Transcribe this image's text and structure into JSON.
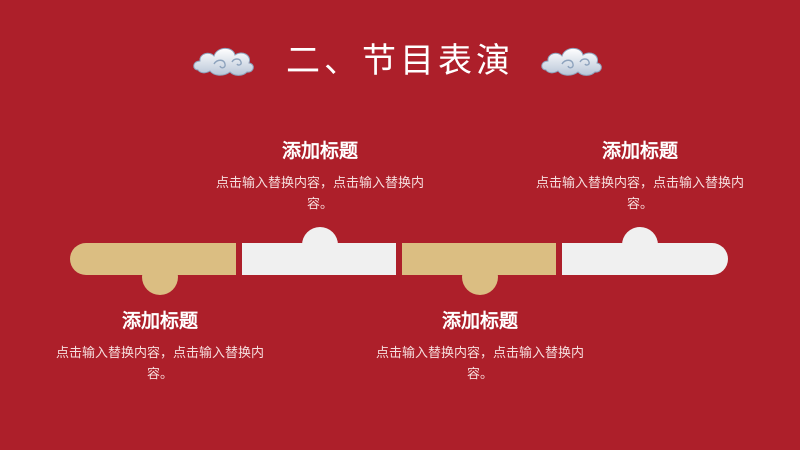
{
  "slide": {
    "title": "二、节目表演",
    "icons": {
      "left_decoration": "cloud-icon",
      "right_decoration": "cloud-icon"
    },
    "colors": {
      "background": "#ad1f2a",
      "gold": "#dbbe82",
      "white": "#f0f0f0",
      "text": "#ffffff"
    },
    "items": [
      {
        "heading": "添加标题",
        "body": "点击输入替换内容，点击输入替换内容。"
      },
      {
        "heading": "添加标题",
        "body": "点击输入替换内容，点击输入替换内容。"
      },
      {
        "heading": "添加标题",
        "body": "点击输入替换内容，点击输入替换内容。"
      },
      {
        "heading": "添加标题",
        "body": "点击输入替换内容，点击输入替换内容。"
      }
    ]
  }
}
